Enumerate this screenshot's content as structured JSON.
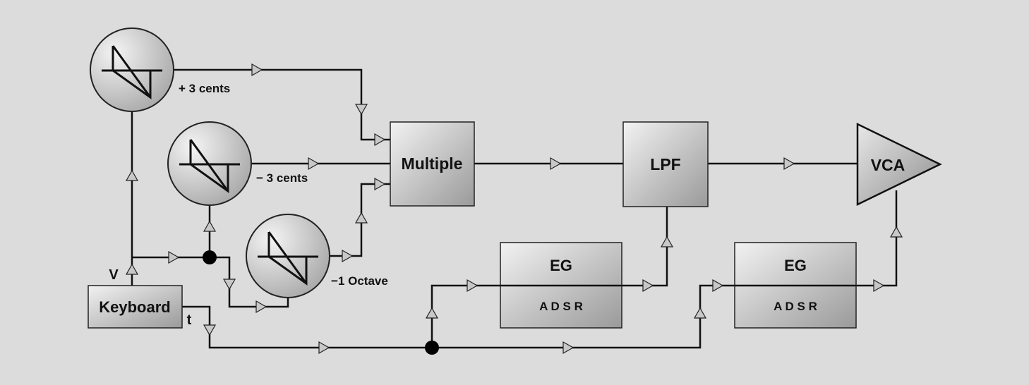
{
  "blocks": {
    "multiple": "Multiple",
    "lpf": "LPF",
    "vca": "VCA",
    "keyboard": "Keyboard",
    "eg1_title": "EG",
    "eg1_sub": "A D S R",
    "eg2_title": "EG",
    "eg2_sub": "A D S R"
  },
  "oscillators": {
    "osc1_label": "+ 3 cents",
    "osc2_label": "− 3 cents",
    "osc3_label": "−1 Octave"
  },
  "ports": {
    "voltage": "V",
    "trigger": "t"
  },
  "colors": {
    "background": "#dcdcdc",
    "wire": "#111111",
    "block_light": "#ececec",
    "block_dark": "#9c9c9c"
  }
}
